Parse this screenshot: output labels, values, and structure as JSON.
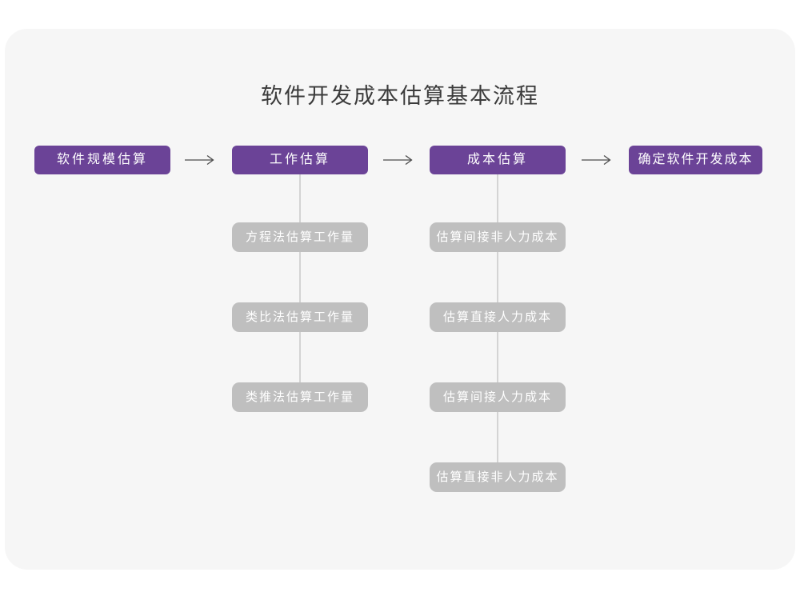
{
  "title": "软件开发成本估算基本流程",
  "main_flow": [
    {
      "label": "软件规模估算"
    },
    {
      "label": "工作估算"
    },
    {
      "label": "成本估算"
    },
    {
      "label": "确定软件开发成本"
    }
  ],
  "work_estimation_methods": [
    {
      "label": "方程法估算工作量"
    },
    {
      "label": "类比法估算工作量"
    },
    {
      "label": "类推法估算工作量"
    }
  ],
  "cost_estimation_items": [
    {
      "label": "估算间接非人力成本"
    },
    {
      "label": "估算直接人力成本"
    },
    {
      "label": "估算间接人力成本"
    },
    {
      "label": "估算直接非人力成本"
    }
  ],
  "colors": {
    "primary_node": "#6B4397",
    "sub_node": "#BFBFBF",
    "node_text": "#FFFFFF",
    "card_background": "#F6F6F6",
    "page_background": "#FFFFFF",
    "title_text": "#3B3B3B",
    "arrow": "#4D4D4D",
    "connector_line": "#D4D4D4"
  }
}
